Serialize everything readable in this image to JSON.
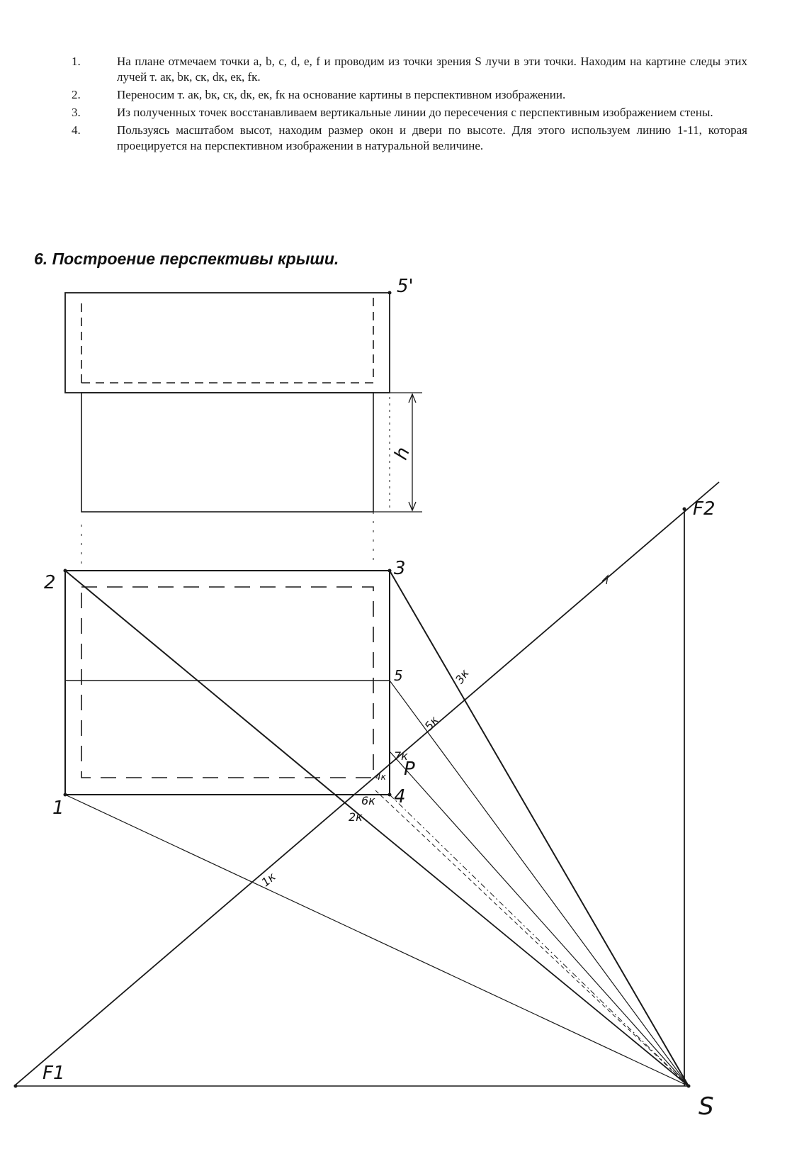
{
  "steps": [
    {
      "num": "1.",
      "text": "На плане отмечаем точки a, b, c, d, e, f и проводим из точки зрения S лучи в эти точки. Находим на картине следы этих лучей т. aк, bк, cк, dк, eк, fк."
    },
    {
      "num": "2.",
      "text": "Переносим т. aк, bк, cк, dк, eк, fк на основание картины в перспективном изображении."
    },
    {
      "num": "3.",
      "text": "Из полученных точек восстанавливаем вертикальные линии до пересечения с перспективным изображением стены."
    },
    {
      "num": "4.",
      "text": "Пользуясь масштабом высот, находим размер окон и двери по высоте. Для этого используем линию 1-11, которая проецируется на перспективном изображении в натуральной величине."
    }
  ],
  "section_title": "6. Построение перспективы крыши.",
  "labels": {
    "p5prime": "5'",
    "h": "h",
    "F2": "F2",
    "p2": "2",
    "p3": "3",
    "p5": "5",
    "p3k": "3к",
    "p5k": "5к",
    "p7k": "7к",
    "P": "P",
    "p4k": "4к",
    "p6k": "6к",
    "p4": "4",
    "p2k": "2к",
    "p1": "1",
    "p1k": "1к",
    "F1": "F1",
    "S": "S"
  }
}
